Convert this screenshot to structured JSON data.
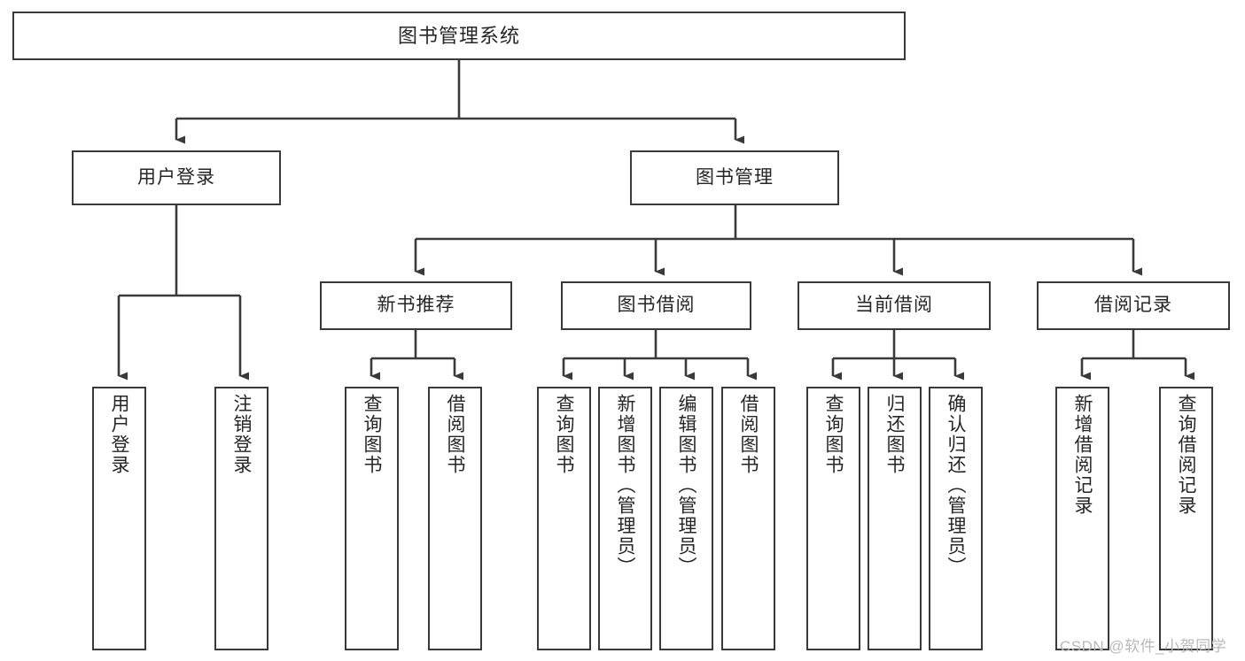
{
  "diagram": {
    "title": "图书管理系统",
    "type": "tree-hierarchy-chart",
    "colors": {
      "node_border": "#3a3a3a",
      "node_fill": "#ffffff",
      "edge": "#3a3a3a",
      "text": "#262626",
      "watermark": "#b9b9b9",
      "background": "#ffffff"
    },
    "watermark": "CSDN @软件_小贺同学",
    "nodes": {
      "root": {
        "label": "图书管理系统"
      },
      "level2": [
        {
          "id": "user-login",
          "label": "用户登录"
        },
        {
          "id": "book-manage",
          "label": "图书管理"
        }
      ],
      "level3": [
        {
          "id": "new-book-recommend",
          "label": "新书推荐"
        },
        {
          "id": "book-borrow",
          "label": "图书借阅"
        },
        {
          "id": "current-borrow",
          "label": "当前借阅"
        },
        {
          "id": "borrow-record",
          "label": "借阅记录"
        }
      ],
      "leaves": [
        {
          "id": "leaf-user-login",
          "label": "用户登录",
          "parent": "user-login"
        },
        {
          "id": "leaf-logout",
          "label": "注销登录",
          "parent": "user-login"
        },
        {
          "id": "leaf-query-book-1",
          "label": "查询图书",
          "parent": "new-book-recommend"
        },
        {
          "id": "leaf-borrow-book-1",
          "label": "借阅图书",
          "parent": "new-book-recommend"
        },
        {
          "id": "leaf-query-book-2",
          "label": "查询图书",
          "parent": "book-borrow"
        },
        {
          "id": "leaf-add-book",
          "label": "新增图书（管理员）",
          "parent": "book-borrow"
        },
        {
          "id": "leaf-edit-book",
          "label": "编辑图书（管理员）",
          "parent": "book-borrow"
        },
        {
          "id": "leaf-borrow-book-2",
          "label": "借阅图书",
          "parent": "book-borrow"
        },
        {
          "id": "leaf-query-book-3",
          "label": "查询图书",
          "parent": "current-borrow"
        },
        {
          "id": "leaf-return-book",
          "label": "归还图书",
          "parent": "current-borrow"
        },
        {
          "id": "leaf-confirm-return",
          "label": "确认归还（管理员）",
          "parent": "current-borrow"
        },
        {
          "id": "leaf-add-record",
          "label": "新增借阅记录",
          "parent": "borrow-record"
        },
        {
          "id": "leaf-query-record",
          "label": "查询借阅记录",
          "parent": "borrow-record"
        }
      ]
    }
  }
}
